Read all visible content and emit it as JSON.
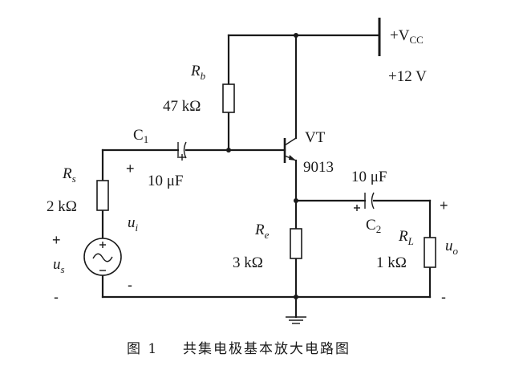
{
  "supply": {
    "label": "+V",
    "sub": "CC",
    "voltage": "+12 V"
  },
  "rb": {
    "symbol": "R",
    "sub": "b",
    "value": "47 kΩ"
  },
  "c1": {
    "symbol": "C",
    "sub": "1",
    "value": "10 μF"
  },
  "transistor": {
    "name": "VT",
    "model": "9013"
  },
  "c2": {
    "symbol": "C",
    "sub": "2",
    "value": "10 μF"
  },
  "rs": {
    "symbol": "R",
    "sub": "s",
    "value": "2 kΩ"
  },
  "re": {
    "symbol": "R",
    "sub": "e",
    "value": "3 kΩ"
  },
  "rl": {
    "symbol": "R",
    "sub": "L",
    "value": "1 kΩ"
  },
  "ui": {
    "symbol": "u",
    "sub": "i"
  },
  "us": {
    "symbol": "u",
    "sub": "s"
  },
  "uo": {
    "symbol": "u",
    "sub": "o"
  },
  "signs": {
    "plus": "+",
    "minus": "-"
  },
  "caption": {
    "fig": "图 1",
    "title": "共集电极基本放大电路图"
  }
}
